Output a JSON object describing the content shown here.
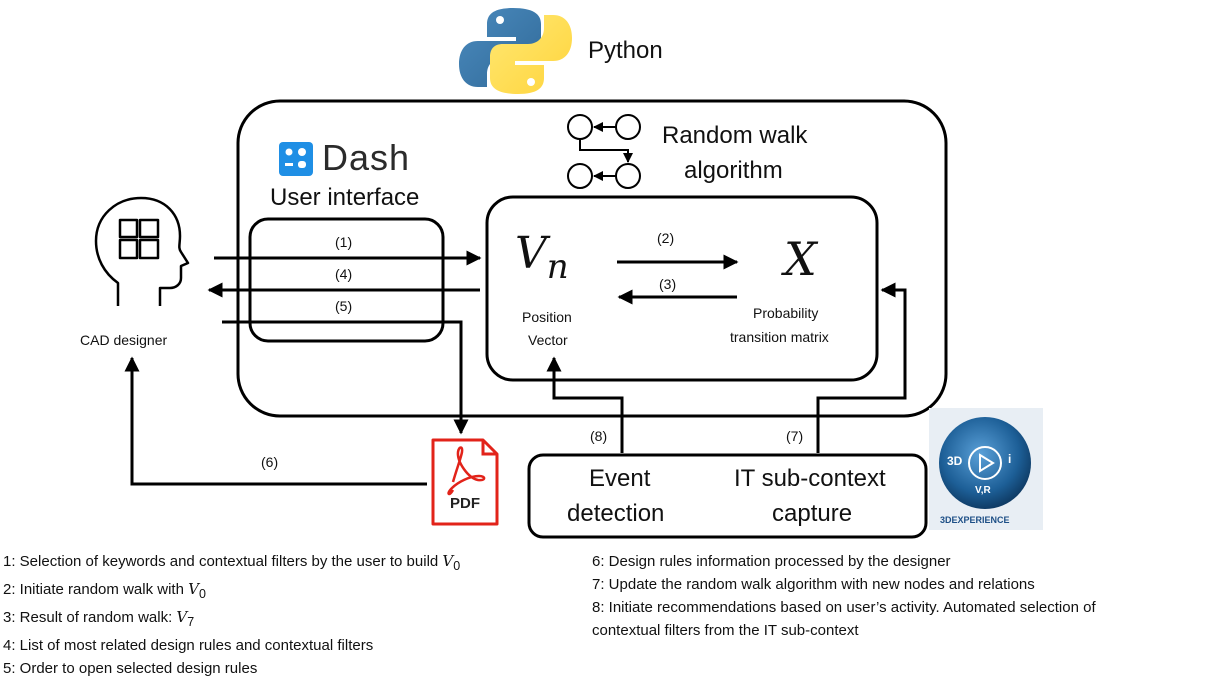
{
  "python": {
    "label": "Python"
  },
  "dash": {
    "logo_text": "Dash",
    "subtitle": "User interface"
  },
  "random_walk": {
    "title_line1": "Random walk",
    "title_line2": "algorithm"
  },
  "vector": {
    "symbol": "V",
    "subscript": "n",
    "label_line1": "Position",
    "label_line2": "Vector"
  },
  "matrix": {
    "symbol": "X",
    "label_line1": "Probability",
    "label_line2": "transition matrix"
  },
  "designer": {
    "label": "CAD designer"
  },
  "pdf": {
    "label": "PDF"
  },
  "capture": {
    "event_line1": "Event",
    "event_line2": "detection",
    "it_line1": "IT sub-context",
    "it_line2": "capture"
  },
  "experience": {
    "label": "3DEXPERIENCE",
    "badge_3d": "3D",
    "badge_i": "i",
    "badge_vr": "V,R"
  },
  "arrows": {
    "a1": "(1)",
    "a2": "(2)",
    "a3": "(3)",
    "a4": "(4)",
    "a5": "(5)",
    "a6": "(6)",
    "a7": "(7)",
    "a8": "(8)"
  },
  "legend_left": [
    {
      "text": "1: Selection of keywords and contextual filters by the user to build ",
      "math": "V",
      "sub": "0"
    },
    {
      "text": "2: Initiate random walk with ",
      "math": "V",
      "sub": "0"
    },
    {
      "text": "3: Result of random walk: ",
      "math": "V",
      "sub": "7"
    },
    {
      "text": "4: List of most related design rules and contextual filters",
      "math": "",
      "sub": ""
    },
    {
      "text": "5: Order to open selected design rules",
      "math": "",
      "sub": ""
    }
  ],
  "legend_right": [
    "6: Design rules information processed by the designer",
    "7: Update the random walk algorithm with new nodes and relations",
    "8: Initiate recommendations based on user’s activity. Automated selection of",
    "contextual filters from the IT sub-context"
  ]
}
